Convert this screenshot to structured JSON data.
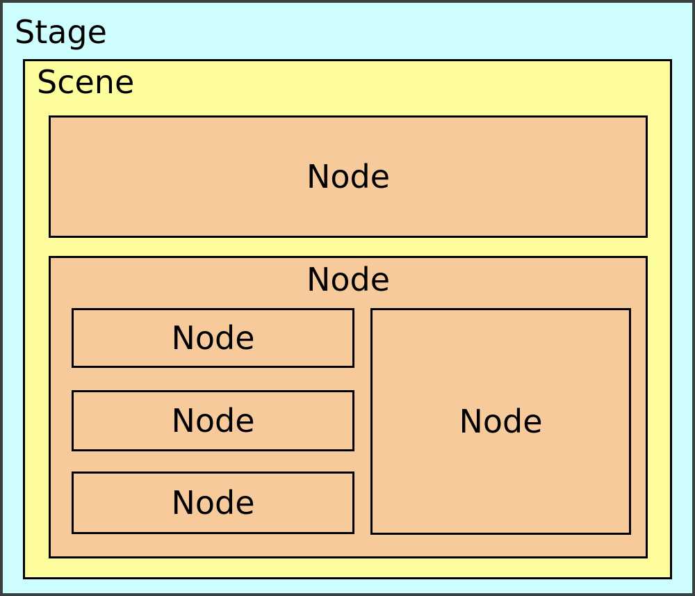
{
  "colors": {
    "stage_bg": "#CEFDFD",
    "scene_bg": "#FDFD9D",
    "node_bg": "#F6CA9A",
    "box_border": "#000000",
    "outer_border": "#39403F",
    "text": "#000000"
  },
  "stage": {
    "label": "Stage"
  },
  "scene": {
    "label": "Scene"
  },
  "nodes": {
    "root": {
      "label": "Node"
    },
    "group": {
      "label": "Node"
    },
    "child1": {
      "label": "Node"
    },
    "child2": {
      "label": "Node"
    },
    "child3": {
      "label": "Node"
    },
    "big_child": {
      "label": "Node"
    }
  }
}
